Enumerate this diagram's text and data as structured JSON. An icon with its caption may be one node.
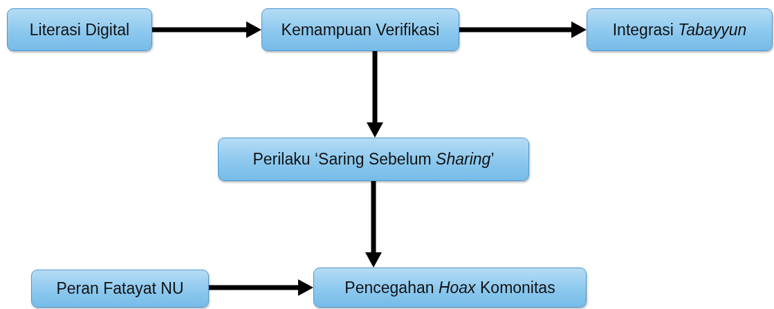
{
  "diagram": {
    "nodes": [
      {
        "text": [
          "Literasi Digital"
        ]
      },
      {
        "text": [
          "Kemampuan Verifikasi"
        ]
      },
      {
        "text": [
          "Integrasi *Tabayyun*"
        ]
      },
      {
        "text": [
          "Perilaku ‘Saring Sebelum *Sharing*’"
        ]
      },
      {
        "text": [
          "Peran Fatayat NU"
        ]
      },
      {
        "text": [
          "Pencegahan *Hoax* Komonitas"
        ]
      }
    ],
    "edges": [
      {
        "from": 0,
        "to": 1,
        "arrow": "to"
      },
      {
        "from": 1,
        "to": 2,
        "arrow": "to"
      },
      {
        "from": 1,
        "to": 3,
        "arrow": "to"
      },
      {
        "from": 3,
        "to": 5,
        "arrow": "to"
      },
      {
        "from": 4,
        "to": 5,
        "arrow": "to"
      }
    ]
  }
}
